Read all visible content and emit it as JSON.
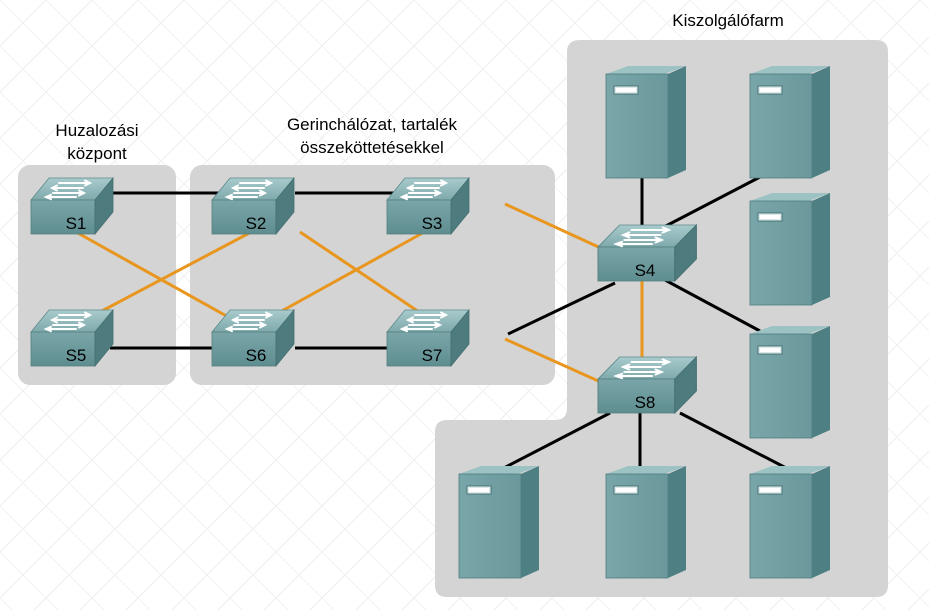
{
  "areas": {
    "wiring": {
      "title_line1": "Huzalozási",
      "title_line2": "központ"
    },
    "backbone": {
      "title_line1": "Gerinchálózat, tartalék",
      "title_line2": "összeköttetésekkel"
    },
    "serverfarm": {
      "title": "Kiszolgálófarm"
    }
  },
  "switches": {
    "s1": "S1",
    "s2": "S2",
    "s3": "S3",
    "s4": "S4",
    "s5": "S5",
    "s6": "S6",
    "s7": "S7",
    "s8": "S8"
  },
  "colors": {
    "area_fill": "#d4d4d4",
    "switch_top": "#8fb7b9",
    "switch_front": "#6d9b9e",
    "server_front": "#6e9c9f",
    "server_side": "#4f7f82",
    "link_primary": "#000000",
    "link_redundant": "#e8961e"
  }
}
